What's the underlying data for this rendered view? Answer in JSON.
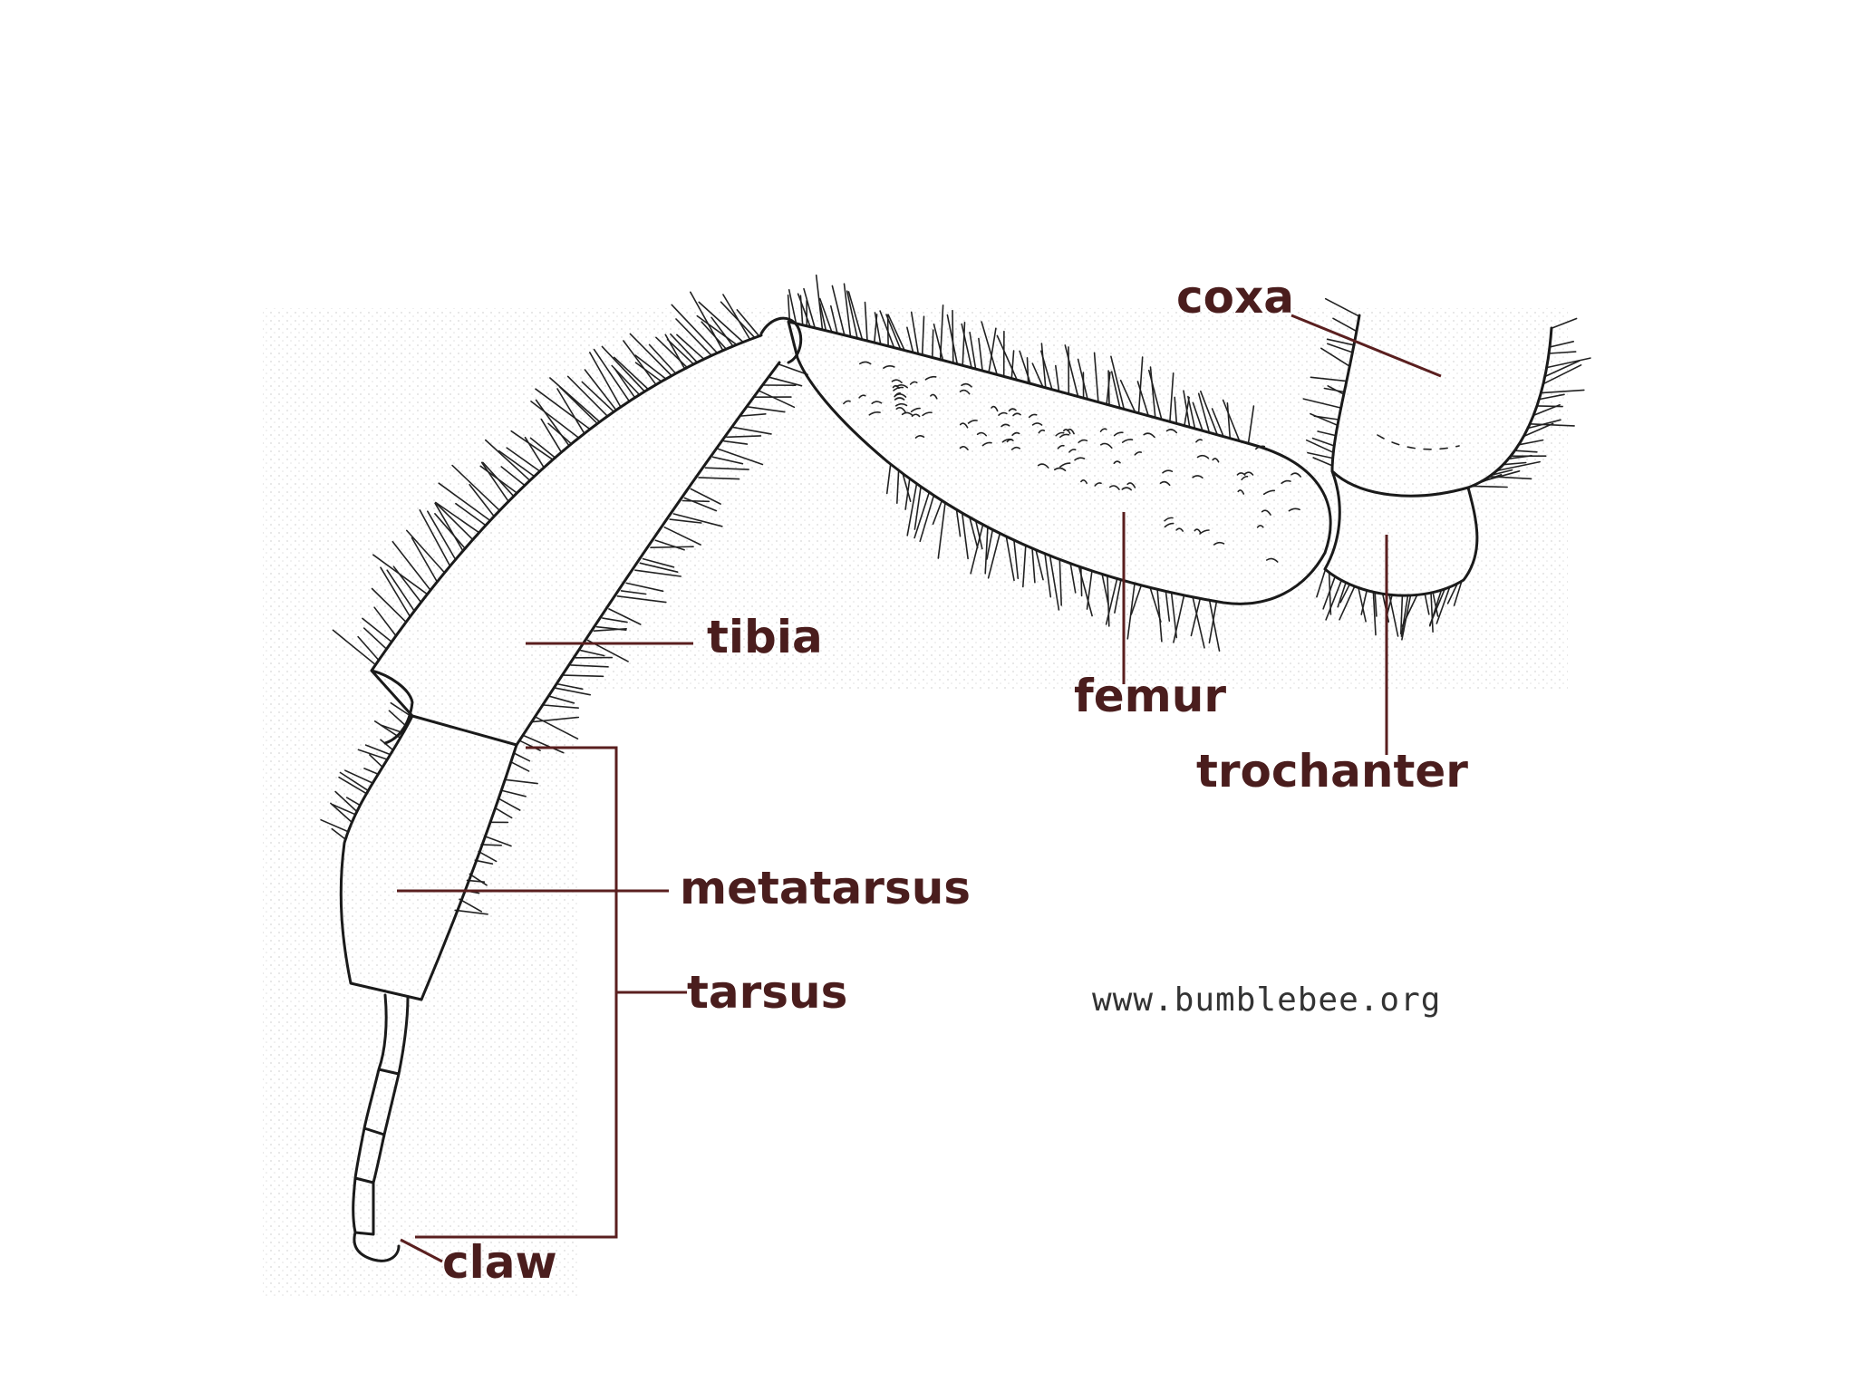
{
  "diagram": {
    "labels": {
      "coxa": "coxa",
      "femur": "femur",
      "trochanter": "trochanter",
      "tibia": "tibia",
      "metatarsus": "metatarsus",
      "tarsus": "tarsus",
      "claw": "claw"
    },
    "watermark": "www.bumblebee.org",
    "colors": {
      "label": "#4a1d1d",
      "leader": "#5a1f1f",
      "outline": "#1a1a1a"
    }
  }
}
